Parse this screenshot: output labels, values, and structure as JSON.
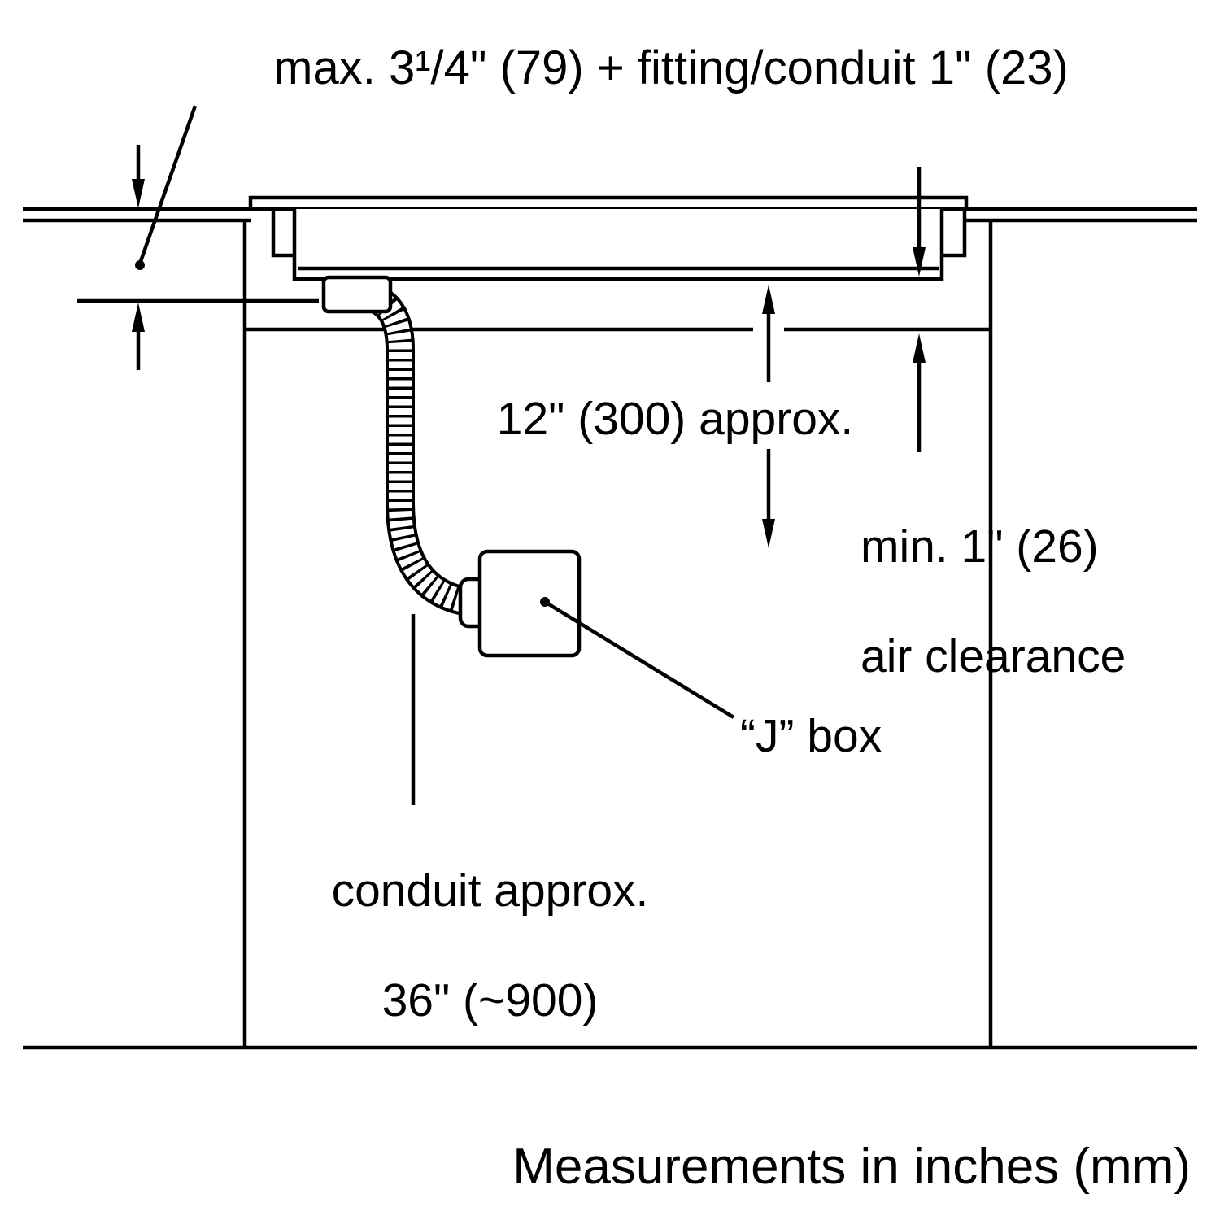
{
  "colors": {
    "line": "#000000",
    "background": "#ffffff",
    "text": "#000000"
  },
  "labels": {
    "max_depth": "max. 3¹/4\" (79) + fitting/conduit 1\" (23)",
    "distance_12": "12\" (300) approx.",
    "clearance_line1": "min. 1\" (26)",
    "clearance_line2": "air clearance",
    "jbox": "“J” box",
    "conduit_line1": "conduit approx.",
    "conduit_line2": "36\" (~900)",
    "footer": "Measurements in inches (mm)"
  },
  "diagram_meta": {
    "type": "appliance-installation-section-view",
    "elements": [
      "countertop",
      "cooktop-profile",
      "cabinet",
      "flexible-conduit",
      "junction-box"
    ],
    "dimensions_shown": [
      "max. 3 1/4 in (79 mm) + fitting/conduit 1 in (23 mm) depth below countertop",
      "12 in (300 mm) approx. from cooktop underside to junction box",
      "min. 1 in (26 mm) air clearance",
      "conduit approx. 36 in (~900 mm)"
    ]
  }
}
